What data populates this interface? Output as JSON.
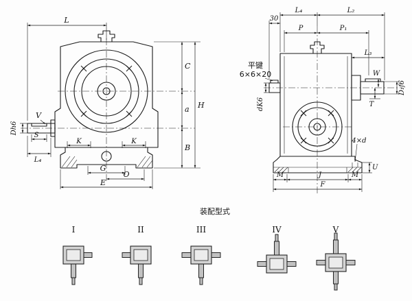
{
  "left_view": {
    "dim_L": "L",
    "dim_C": "C",
    "dim_H": "H",
    "dim_a": "a",
    "dim_B": "B",
    "dim_V": "V",
    "dim_S": "S",
    "dim_shaft_dia": "Dh6",
    "dim_L4": "L₄",
    "dim_K_left": "K",
    "dim_K_right": "K",
    "dim_G": "G",
    "dim_O": "O",
    "dim_E": "E"
  },
  "right_view": {
    "dim_30": "30",
    "dim_L4": "L₄",
    "dim_L2": "L₂",
    "dim_P": "P",
    "dim_P1": "P₁",
    "dim_L3": "L₃",
    "dim_W": "W",
    "dim_T": "T",
    "dim_output_dia": "D₁f6",
    "key_note_line1": "平键",
    "key_note_line2": "6×6×20",
    "dim_input_dia": "dK6",
    "dim_holes": "4×d",
    "dim_U": "U",
    "dim_M_left": "M",
    "dim_J": "J",
    "dim_M_right": "M",
    "dim_F": "F"
  },
  "assembly": {
    "title": "装配型式",
    "types": [
      {
        "label": "I"
      },
      {
        "label": "II"
      },
      {
        "label": "III"
      },
      {
        "label": "IV"
      },
      {
        "label": "V"
      }
    ]
  }
}
